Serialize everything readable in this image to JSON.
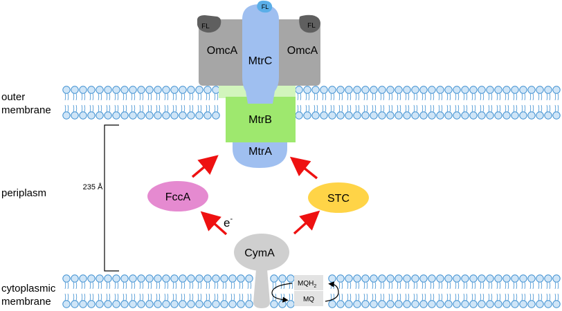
{
  "regions": {
    "outer_membrane_line1": "outer",
    "outer_membrane_line2": "membrane",
    "periplasm": "periplasm",
    "cytoplasmic_membrane_line1": "cytoplasmic",
    "cytoplasmic_membrane_line2": "membrane"
  },
  "scale": {
    "label": "235 Å"
  },
  "proteins": {
    "omca_left": "OmcA",
    "omca_right": "OmcA",
    "mtrc": "MtrC",
    "mtrb": "MtrB",
    "mtra": "MtrA",
    "fcca": "FccA",
    "stc": "STC",
    "cyma": "CymA",
    "fl_left": "FL",
    "fl_top": "FL",
    "fl_right": "FL"
  },
  "quinones": {
    "reduced": "MQH",
    "reduced_sub": "2",
    "oxidized": "MQ"
  },
  "electron": {
    "symbol": "e",
    "sup": "-"
  },
  "colors": {
    "lipid_head": "#cfe5f7",
    "lipid_stroke": "#3d8fd1",
    "omca": "#a6a6a6",
    "fl_dark": "#5f5f5f",
    "fl_blue": "#5aaee8",
    "mtrc": "#9fbff0",
    "mtrb": "#9ee86e",
    "mtrb_light": "#d2f5bd",
    "mtra": "#9fbff0",
    "fcca": "#e58ad0",
    "stc": "#ffd447",
    "cyma": "#cfcfcf",
    "quinone_box": "#e3e3e3",
    "arrow": "#ee1111"
  }
}
